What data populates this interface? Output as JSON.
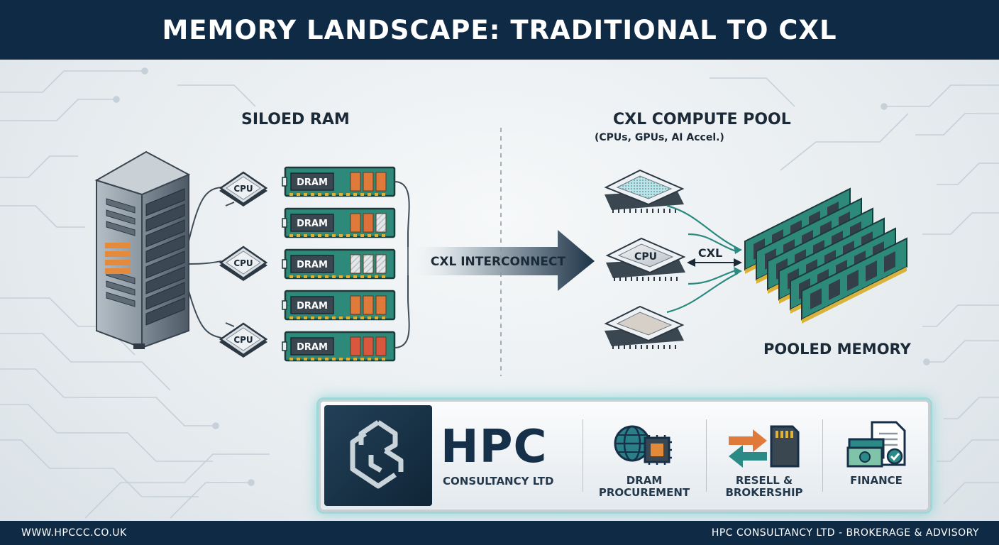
{
  "header": {
    "title": "MEMORY LANDSCAPE: TRADITIONAL TO CXL"
  },
  "left": {
    "title": "SILOED RAM",
    "cpus": [
      "CPU",
      "CPU",
      "CPU"
    ],
    "modules": [
      "DRAM",
      "DRAM",
      "DRAM",
      "DRAM",
      "DRAM"
    ]
  },
  "middle": {
    "arrow_label": "CXL INTERCONNECT"
  },
  "right": {
    "title": "CXL COMPUTE POOL",
    "subtitle": "(CPUs, GPUs, AI Accel.)",
    "cpu_label": "CPU",
    "link_label": "CXL",
    "pool_label": "POOLED MEMORY"
  },
  "card": {
    "brand": "HPC",
    "brand_sub": "CONSULTANCY LTD",
    "services": [
      {
        "line1": "DRAM",
        "line2": "PROCUREMENT",
        "icon": "globe-chip-icon"
      },
      {
        "line1": "RESELL &",
        "line2": "BROKERSHIP",
        "icon": "exchange-memory-card-icon"
      },
      {
        "line1": "FINANCE",
        "line2": "",
        "icon": "money-document-icon"
      }
    ]
  },
  "footer": {
    "left": "WWW.HPCCC.CO.UK",
    "right": "HPC CONSULTANCY LTD - BROKERAGE & ADVISORY"
  },
  "colors": {
    "navy": "#0f2a44",
    "dram_green": "#2d8a7a",
    "chip_orange": "#e07a3a",
    "teal_arrow": "#2a8a80",
    "glow": "#9fd8d8"
  }
}
